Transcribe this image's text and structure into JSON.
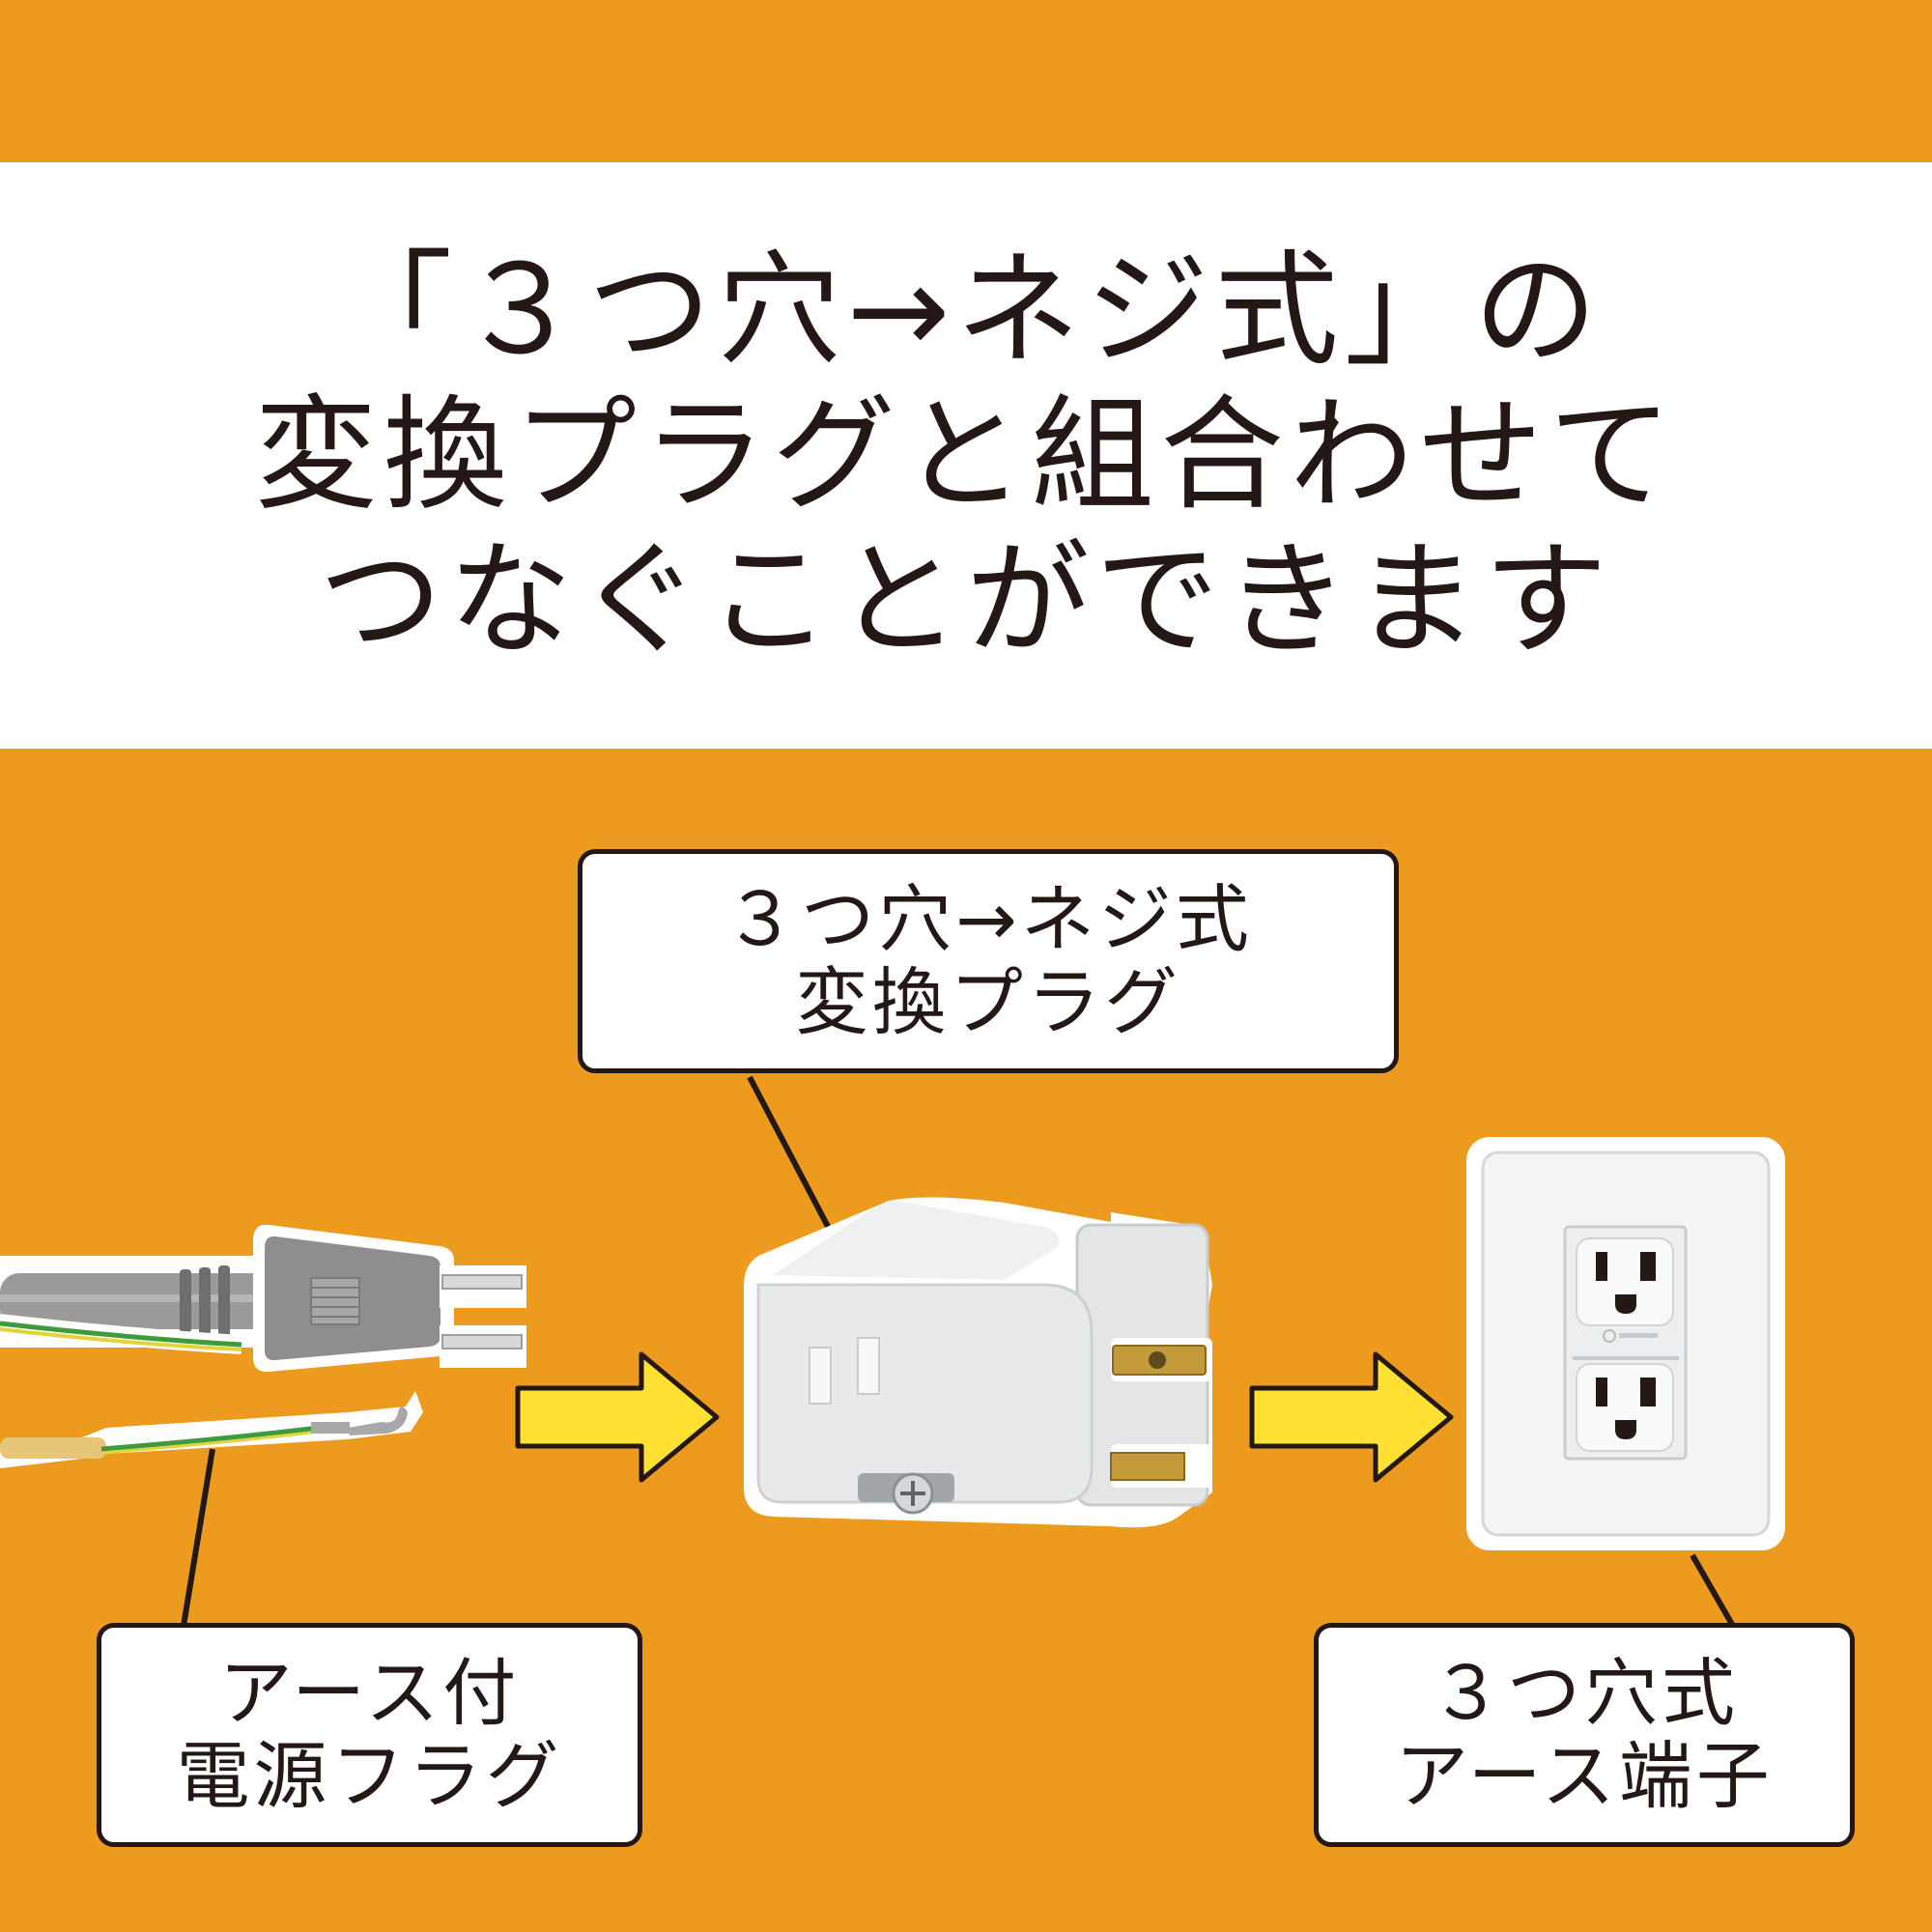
{
  "colors": {
    "background": "#ED9B1F",
    "panel": "#FFFFFF",
    "text": "#231815",
    "arrow": "#FFE033"
  },
  "headline": {
    "lines": [
      "「３つ穴→ネジ式」の",
      "変換プラグと組合わせて",
      "つなぐことができます"
    ]
  },
  "labels": {
    "adapter": {
      "lines": [
        "３つ穴→ネジ式",
        "変換プラグ"
      ]
    },
    "power_plug": {
      "lines": [
        "アース付",
        "電源フラグ"
      ]
    },
    "outlet": {
      "lines": [
        "３つ穴式",
        "アース端子"
      ]
    }
  },
  "icons": [
    "power-plug-with-earth-wire",
    "right-arrow",
    "adapter-plug",
    "wall-outlet"
  ]
}
